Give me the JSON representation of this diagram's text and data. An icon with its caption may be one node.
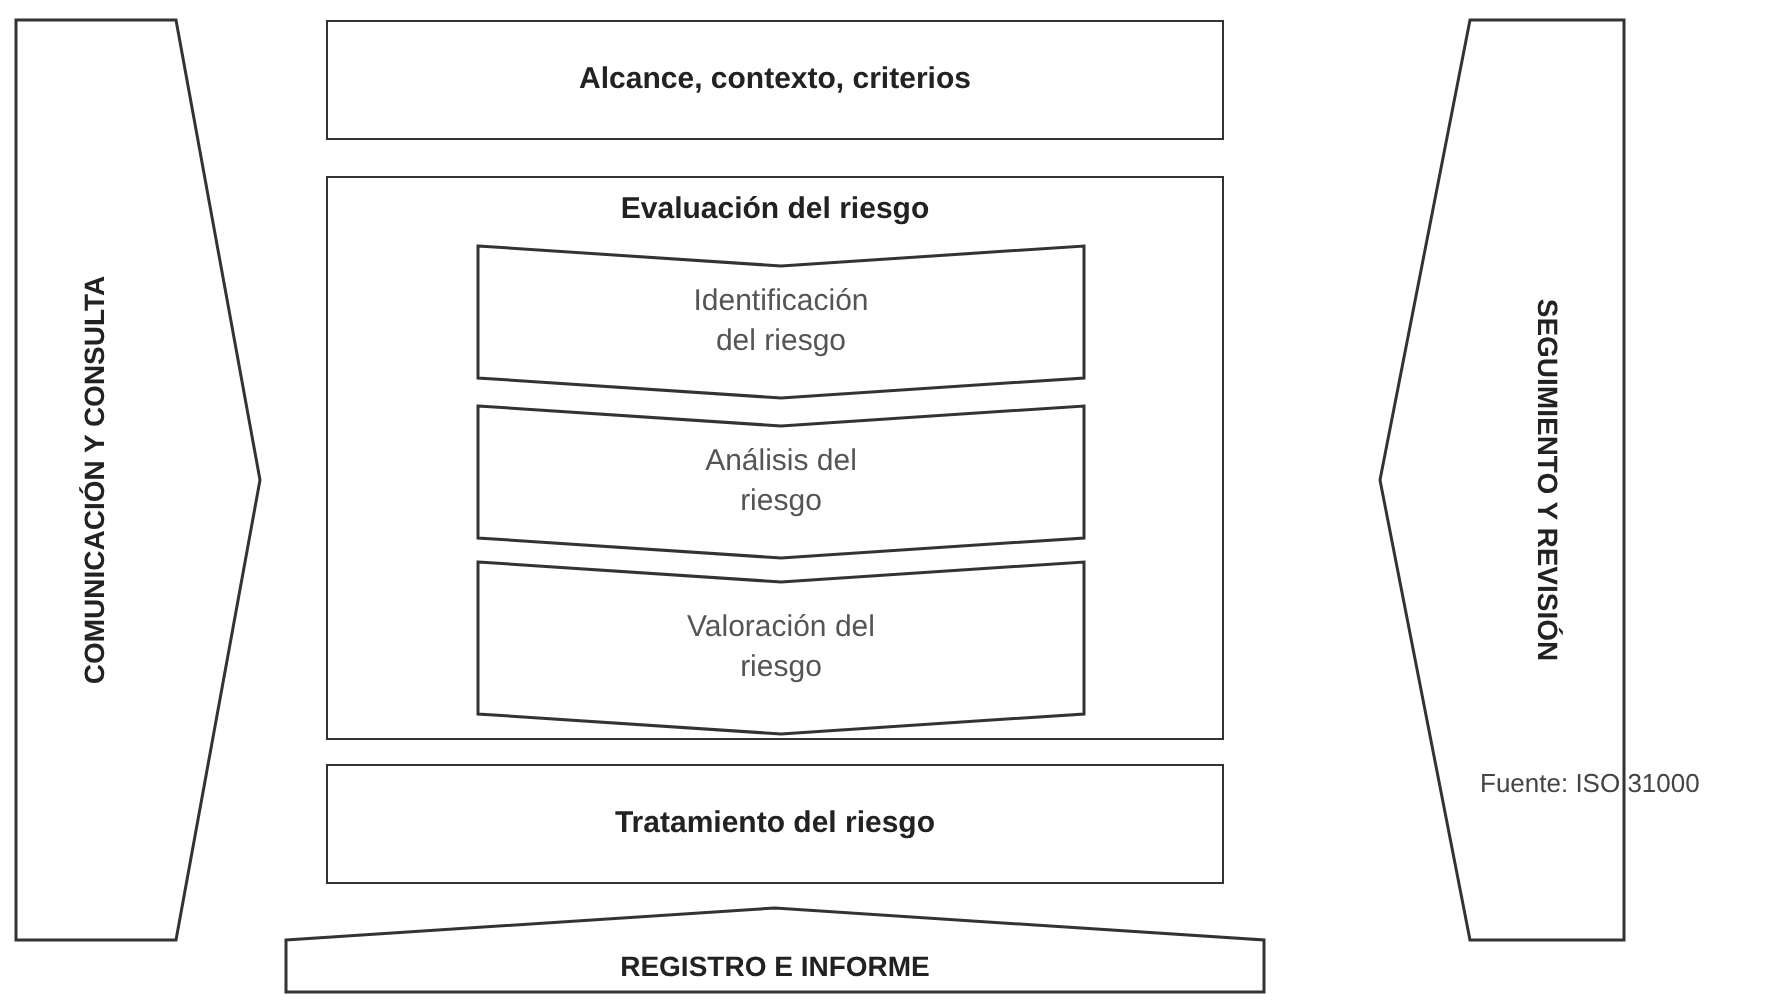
{
  "diagram": {
    "nodes": [
      {
        "text": [
          "COMUNICACIÓN Y CONSULTA"
        ]
      },
      {
        "text": [
          "Alcance, contexto, criterios"
        ]
      },
      {
        "text": [
          "Evaluación del riesgo"
        ]
      },
      {
        "text": [
          "Identificación del riesgo"
        ],
        "in": 2
      },
      {
        "text": [
          "Análisis del riesgo"
        ],
        "in": 2
      },
      {
        "text": [
          "Valoración del riesgo"
        ],
        "in": 2
      },
      {
        "text": [
          "Tratamiento del riesgo"
        ]
      },
      {
        "text": [
          "SEGUIMIENTO Y REVISIÓN"
        ]
      },
      {
        "text": [
          "REGISTRO E INFORME"
        ]
      }
    ],
    "labels": [
      "Fuente: ISO 31000"
    ]
  }
}
